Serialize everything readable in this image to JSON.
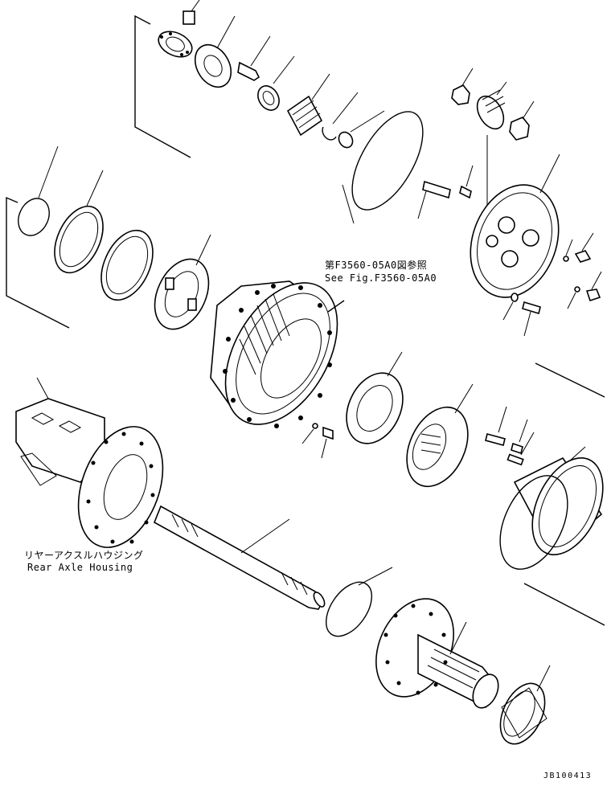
{
  "diagram": {
    "reference_note": {
      "japanese": "第F3560-05A0図参照",
      "english": "See Fig.F3560-05A0"
    },
    "housing_label": {
      "japanese": "リヤーアクスルハウジング",
      "english": "Rear Axle Housing"
    },
    "drawing_code": "JB100413"
  }
}
